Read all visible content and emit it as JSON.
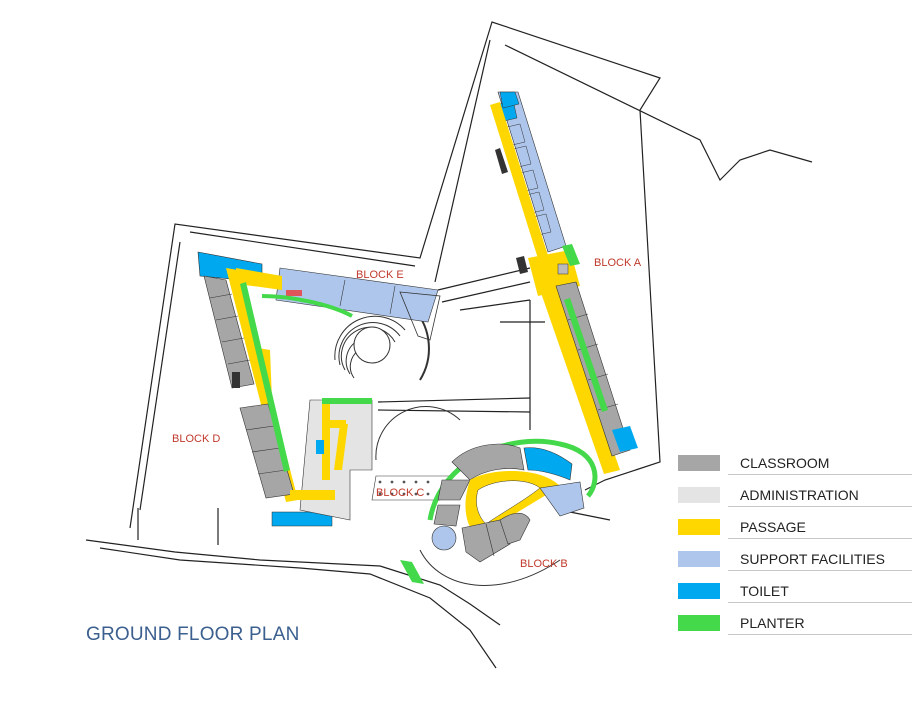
{
  "title": "GROUND FLOOR PLAN",
  "blocks": {
    "a": "BLOCK A",
    "b": "BLOCK B",
    "c": "BLOCK C",
    "d": "BLOCK D",
    "e": "BLOCK E"
  },
  "legend": [
    {
      "label": "CLASSROOM",
      "color": "#a6a6a6"
    },
    {
      "label": "ADMINISTRATION",
      "color": "#e4e4e4"
    },
    {
      "label": "PASSAGE",
      "color": "#ffd700"
    },
    {
      "label": "SUPPORT FACILITIES",
      "color": "#aec6ec"
    },
    {
      "label": "TOILET",
      "color": "#00a8ef"
    },
    {
      "label": "PLANTER",
      "color": "#44d84b"
    }
  ],
  "colors": {
    "classroom": "#a6a6a6",
    "administration": "#e4e4e4",
    "passage": "#ffd700",
    "support": "#aec6ec",
    "toilet": "#00a8ef",
    "planter": "#44d84b",
    "label_red": "#c0392b",
    "title_blue": "#3b5f8e"
  }
}
